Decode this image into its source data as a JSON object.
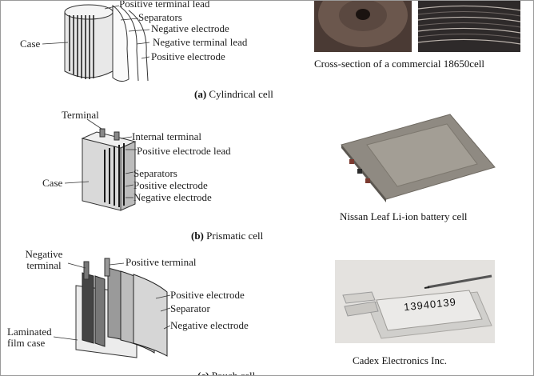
{
  "sections": [
    {
      "id": "cylindrical",
      "caption_letter": "(a)",
      "caption_text": "Cylindrical cell",
      "labels": [
        "Positive terminal lead",
        "Separators",
        "Negative electrode",
        "Negative terminal lead",
        "Positive electrode",
        "Case"
      ],
      "photo_caption": "Cross-section of a commercial 18650cell"
    },
    {
      "id": "prismatic",
      "caption_letter": "(b)",
      "caption_text": "Prismatic cell",
      "labels": [
        "Terminal",
        "Internal terminal",
        "Positive electrode lead",
        "Separators",
        "Positive electrode",
        "Negative electrode",
        "Case"
      ],
      "photo_caption": "Nissan Leaf Li-ion battery cell"
    },
    {
      "id": "pouch",
      "caption_letter": "(c)",
      "caption_text": "Pouch cell",
      "labels": [
        "Negative terminal",
        "Positive terminal",
        "Positive electrode",
        "Separator",
        "Negative electrode",
        "Laminated film case"
      ],
      "photo_caption": "Cadex Electronics Inc.",
      "photo_text": "13940139"
    }
  ]
}
